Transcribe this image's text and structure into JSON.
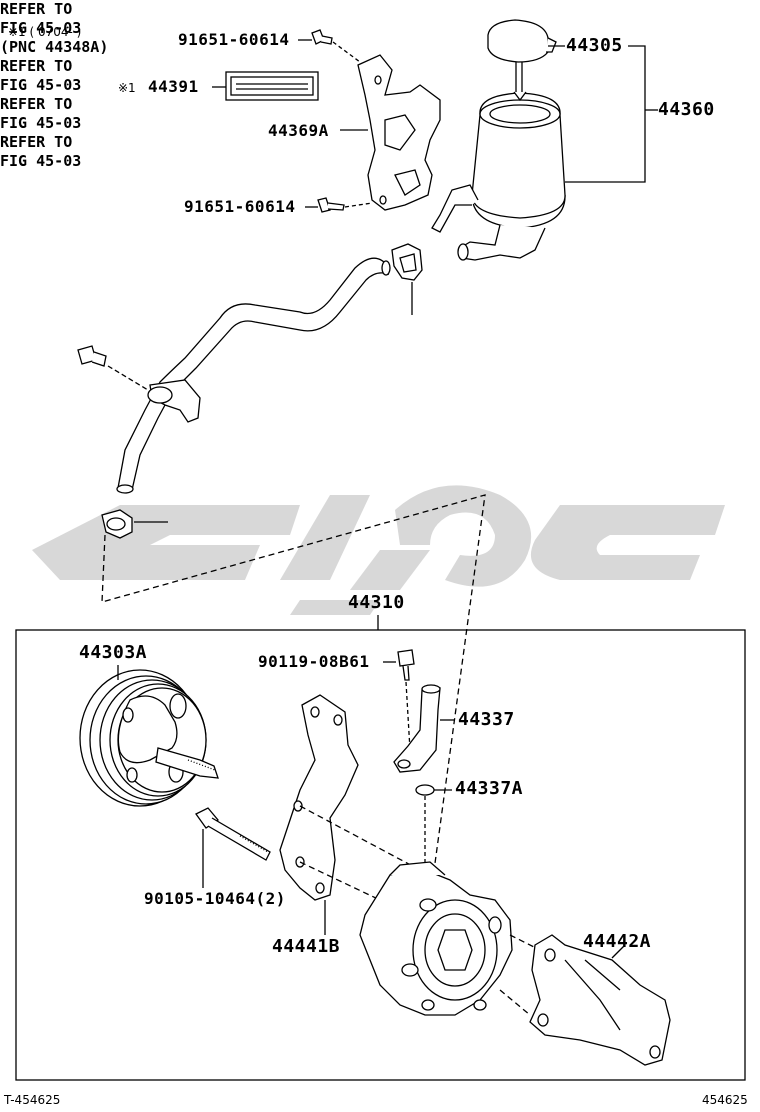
{
  "header_note": "※1 ( 0704-      )",
  "parts": {
    "p91651_top": "91651-60614",
    "p44391": "44391",
    "p44391_mark": "※1",
    "p44369a": "44369A",
    "p91651_bottom": "91651-60614",
    "p44305": "44305",
    "p44360": "44360",
    "p44310": "44310",
    "p44303a": "44303A",
    "p90119": "90119-08B61",
    "p44337": "44337",
    "p44337a": "44337A",
    "p90105": "90105-10464(2)",
    "p44441b": "44441B",
    "p44442a": "44442A"
  },
  "refs": {
    "ref_hose": "REFER TO\nFIG 45-03\n(PNC 44348A)",
    "ref_bolt": "REFER TO\nFIG 45-03",
    "ref_clamp_right": "REFER TO\nFIG 45-03",
    "ref_clamp_bottom": "REFER TO\nFIG 45-03"
  },
  "footer": {
    "left_id": "T-454625",
    "right_id": "454625"
  }
}
